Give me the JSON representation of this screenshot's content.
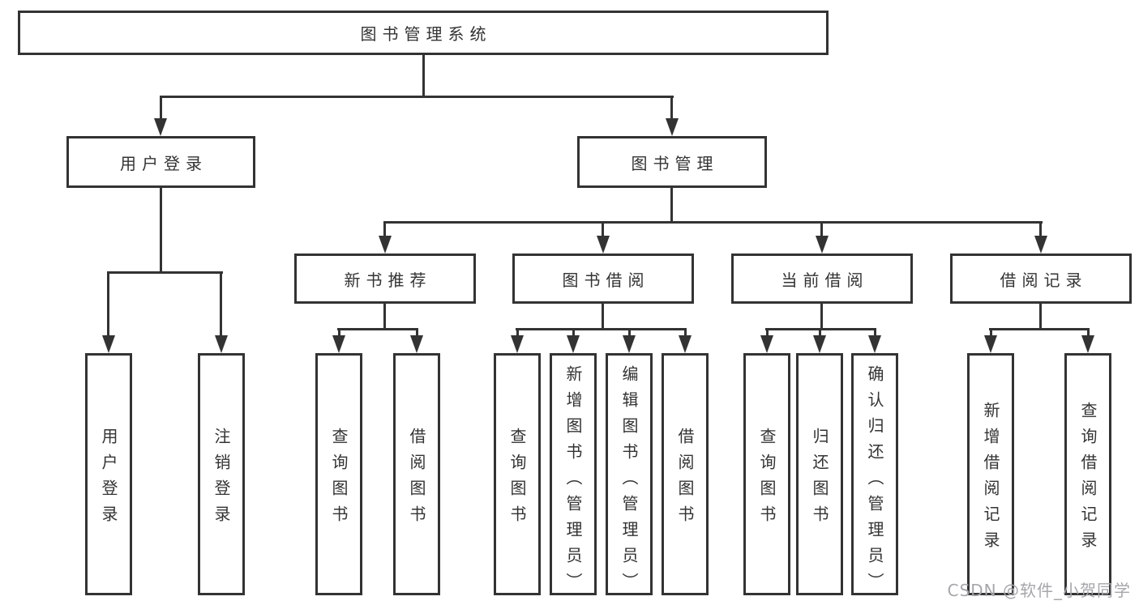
{
  "tree": {
    "root": {
      "label": "图书管理系统"
    },
    "children": [
      {
        "label": "用户登录",
        "children": [
          {
            "label": "用户登录"
          },
          {
            "label": "注销登录"
          }
        ]
      },
      {
        "label": "图书管理",
        "children": [
          {
            "label": "新书推荐",
            "children": [
              {
                "label": "查询图书"
              },
              {
                "label": "借阅图书"
              }
            ]
          },
          {
            "label": "图书借阅",
            "children": [
              {
                "label": "查询图书"
              },
              {
                "label": "新增图书（管理员）"
              },
              {
                "label": "编辑图书（管理员）"
              },
              {
                "label": "借阅图书"
              }
            ]
          },
          {
            "label": "当前借阅",
            "children": [
              {
                "label": "查询图书"
              },
              {
                "label": "归还图书"
              },
              {
                "label": "确认归还（管理员）"
              }
            ]
          },
          {
            "label": "借阅记录",
            "children": [
              {
                "label": "新增借阅记录"
              },
              {
                "label": "查询借阅记录"
              }
            ]
          }
        ]
      }
    ]
  },
  "watermark": {
    "text": "CSDN @软件_小贺同学",
    "color": "#a6a6ab"
  },
  "colors": {
    "line": "#333333",
    "text": "#333333",
    "background": "#ffffff"
  }
}
